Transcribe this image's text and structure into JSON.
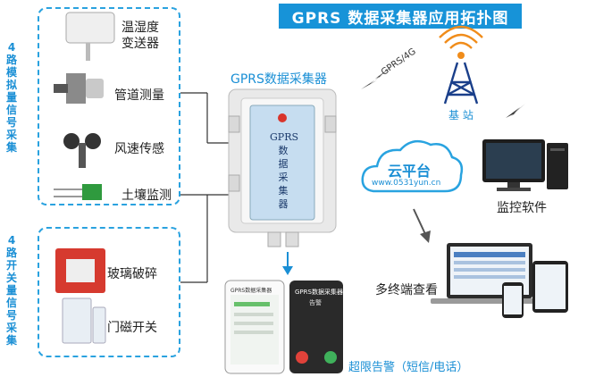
{
  "title": "GPRS 数据采集器应用拓扑图",
  "analog_group": {
    "label": [
      "4",
      "路",
      "模",
      "拟",
      "量",
      "信",
      "号",
      "采",
      "集"
    ],
    "devices": [
      {
        "name": "温湿度\n变送器",
        "icon": "temp-humidity-sensor-icon"
      },
      {
        "name": "管道测量",
        "icon": "pipe-sensor-icon"
      },
      {
        "name": "风速传感",
        "icon": "anemometer-icon"
      },
      {
        "name": "土壤监测",
        "icon": "soil-probe-icon"
      }
    ]
  },
  "switch_group": {
    "label": [
      "4",
      "路",
      "开",
      "关",
      "量",
      "信",
      "号",
      "采",
      "集"
    ],
    "devices": [
      {
        "name": "玻璃破碎",
        "icon": "fire-alarm-button-icon"
      },
      {
        "name": "门磁开关",
        "icon": "door-magnet-icon"
      }
    ]
  },
  "collector": {
    "caption": "GPRS数据采集器",
    "face_text": [
      "GPRS",
      "数",
      "据",
      "采",
      "集",
      "器"
    ]
  },
  "network": {
    "gprs_label": "GPRS/4G",
    "base_station": "基 站",
    "cloud_title": "云平台",
    "cloud_url": "www.0531yun.cn",
    "monitor_label": "监控软件",
    "multi_terminal": "多终端查看"
  },
  "alarm": {
    "label": "超限告警（短信/电话）",
    "sms_title": "GPRS数据采集器",
    "call_title": "GPRS数据采集器",
    "call_sub": "告警"
  },
  "colors": {
    "accent": "#1a8fd5",
    "banner": "#1793d8"
  }
}
